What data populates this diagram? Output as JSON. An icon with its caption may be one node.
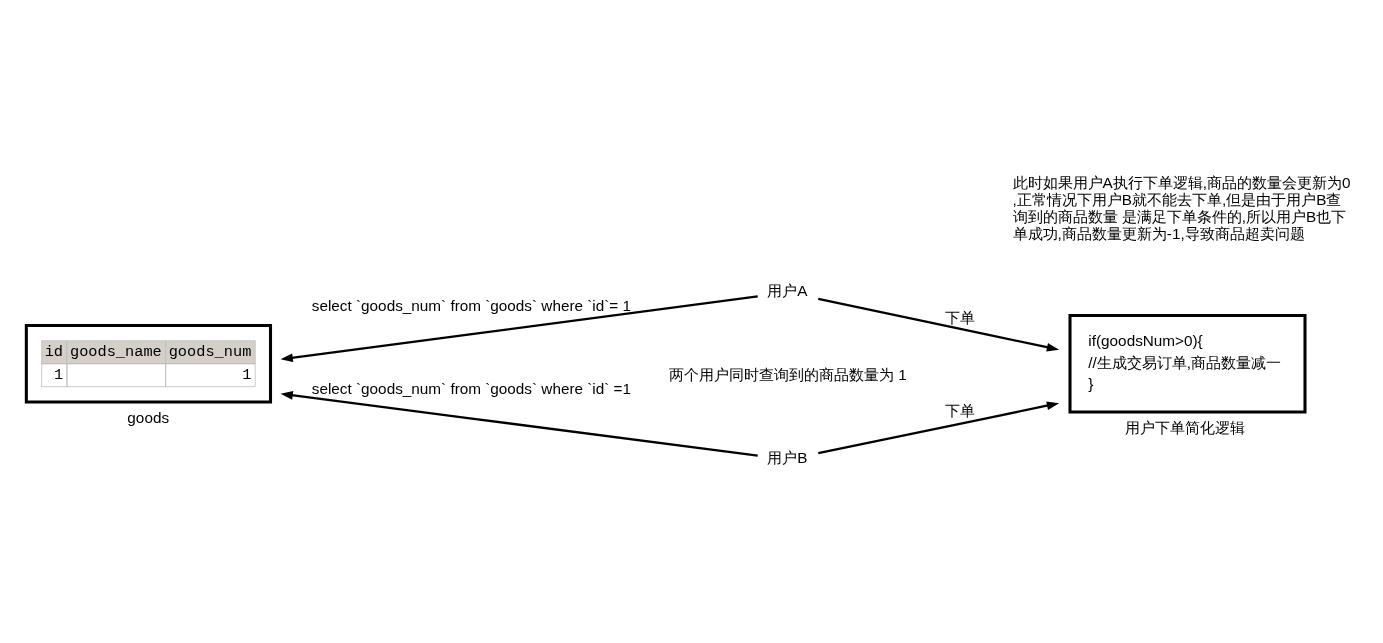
{
  "diagram": {
    "nodes": [
      {
        "text": [
          "id",
          "goods_name",
          "goods_num",
          "1",
          "1"
        ],
        "beside": [
          "goods"
        ]
      },
      {
        "text": [
          "用户A"
        ]
      },
      {
        "text": [
          "用户B"
        ]
      },
      {
        "text": [
          "if(goodsNum>0){",
          "//生成交易订单,商品数量减一",
          "}"
        ],
        "beside": [
          "用户下单简化逻辑"
        ]
      }
    ],
    "edges": [
      {
        "from": 1,
        "to": 0,
        "arrow": "to",
        "label": "select `goods_num` from `goods` where `id`= 1"
      },
      {
        "from": 1,
        "to": 3,
        "arrow": "to",
        "label": "下单"
      },
      {
        "from": 2,
        "to": 0,
        "arrow": "to",
        "label": "select `goods_num` from `goods` where `id` =1"
      },
      {
        "from": 2,
        "to": 3,
        "arrow": "to",
        "label": "下单"
      }
    ],
    "labels": [
      "此时如果用户A执行下单逻辑,商品的数量会更新为0,正常情况下用户B就不能去下单,但是由于用户B查询到的商品数量 是满足下单条件的,所以用户B也下单成功,商品数量更新为-1,导致商品超卖问题",
      "两个用户同时查询到的商品数量为 1"
    ]
  }
}
